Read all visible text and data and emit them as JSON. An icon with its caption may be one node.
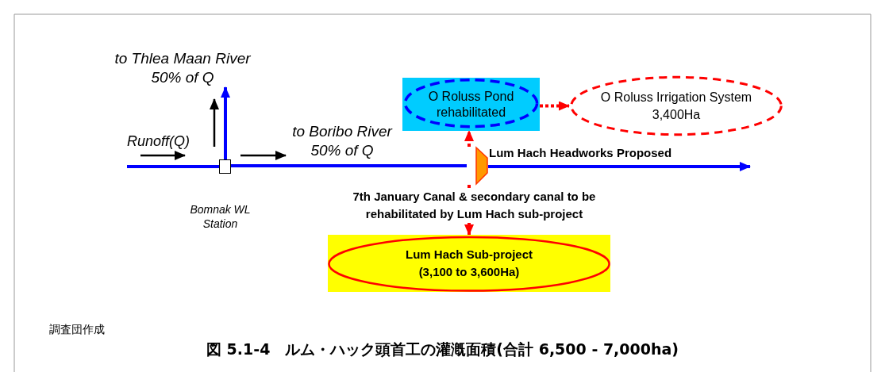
{
  "diagram": {
    "caption": "図 5.1-4　ルム・ハック頭首工の灌漑面積(合計 6,500 - 7,000ha)",
    "nodes": [
      {
        "text": [],
        "shape": "box",
        "beside": [
          "Bomnak WL Station"
        ]
      },
      {
        "text": [
          "to Thlea Maan River 50% of Q"
        ]
      },
      {
        "text": [
          "O Roluss Pond rehabilitated"
        ]
      },
      {
        "text": [
          "O Roluss Irrigation System 3,400Ha"
        ]
      },
      {
        "text": [],
        "shape": "trapezoid",
        "beside": [
          "Lum Hach Headworks Proposed"
        ]
      },
      {
        "text": [
          "Lum Hach Sub-project (3,100 to 3,600Ha)"
        ]
      }
    ],
    "edges": [
      {
        "from": null,
        "to": 0,
        "arrow": "none",
        "color": "#0000ff"
      },
      {
        "from": 0,
        "to": 4,
        "arrow": "none",
        "color": "#0000ff"
      },
      {
        "from": 4,
        "to": null,
        "arrow": "to",
        "color": "#0000ff"
      },
      {
        "from": 0,
        "to": 1,
        "arrow": "to",
        "color": "#0000ff"
      },
      {
        "from": 4,
        "to": 2,
        "arrow": "to",
        "style": "dashed",
        "color": "#ff0000"
      },
      {
        "from": 4,
        "to": 5,
        "arrow": "to",
        "label": "7th January Canal & secondary canal to be rehabilitated by Lum Hach sub-project",
        "color": "#ff0000"
      },
      {
        "from": 2,
        "to": 3,
        "arrow": "to",
        "style": "dashed",
        "color": "#ff0000"
      }
    ],
    "labels": [
      "Runoff(Q)",
      "to Boribo River 50% of Q",
      "調査団作成"
    ]
  }
}
